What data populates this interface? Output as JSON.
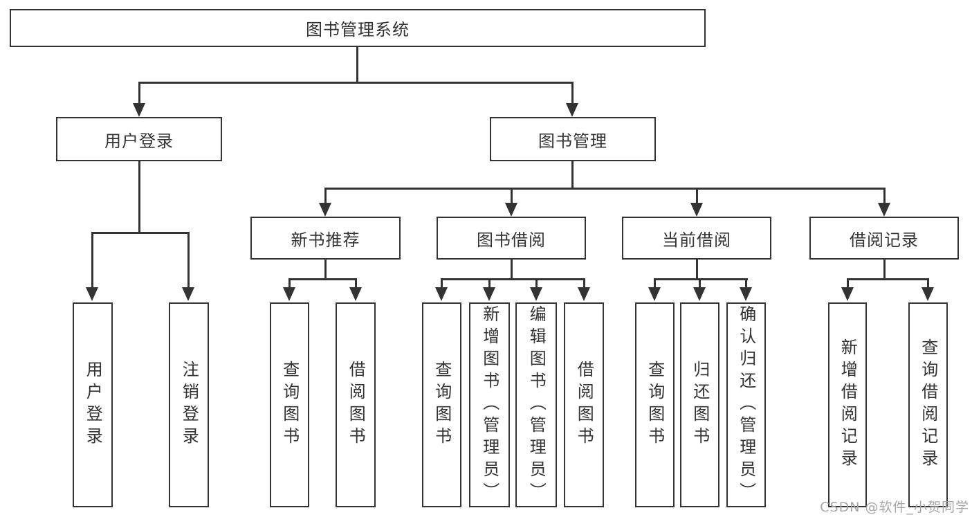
{
  "colors": {
    "line": "#333333",
    "text": "#333333",
    "background": "#ffffff",
    "watermark": "#a6a6a6"
  },
  "watermark": {
    "text": "CSDN @软件_小贺同学"
  },
  "tree": {
    "root": {
      "label": "图书管理系统"
    },
    "level2": [
      {
        "label": "用户登录"
      },
      {
        "label": "图书管理"
      }
    ],
    "level3": [
      {
        "label": "新书推荐"
      },
      {
        "label": "图书借阅"
      },
      {
        "label": "当前借阅"
      },
      {
        "label": "借阅记录"
      }
    ],
    "leaves": {
      "user_login": [
        "用户登录",
        "注销登录"
      ],
      "new_book": [
        "查询图书",
        "借阅图书"
      ],
      "book_borrow": [
        "查询图书",
        "新增图书（管理员）",
        "编辑图书（管理员）",
        "借阅图书"
      ],
      "current_borrow": [
        "查询图书",
        "归还图书",
        "确认归还（管理员）"
      ],
      "borrow_record": [
        "新增借阅记录",
        "查询借阅记录"
      ]
    }
  }
}
